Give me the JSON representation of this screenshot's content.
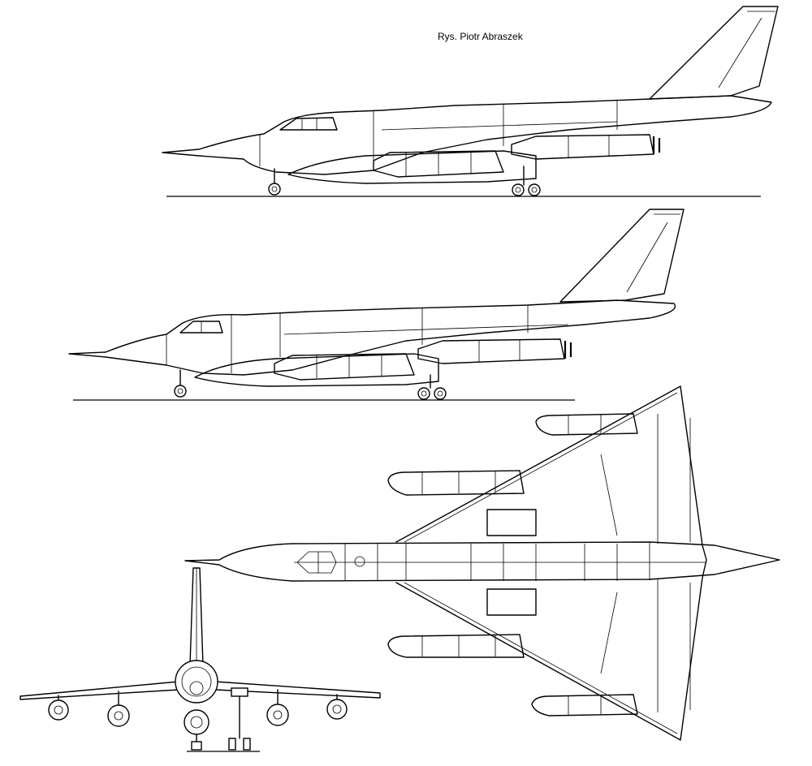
{
  "drawing": {
    "credit": "Rys. Piotr Abraszek",
    "views": [
      "side-view-upper",
      "side-view-lower",
      "top-view",
      "front-view"
    ],
    "line_color": "#000000",
    "background": "#ffffff"
  }
}
